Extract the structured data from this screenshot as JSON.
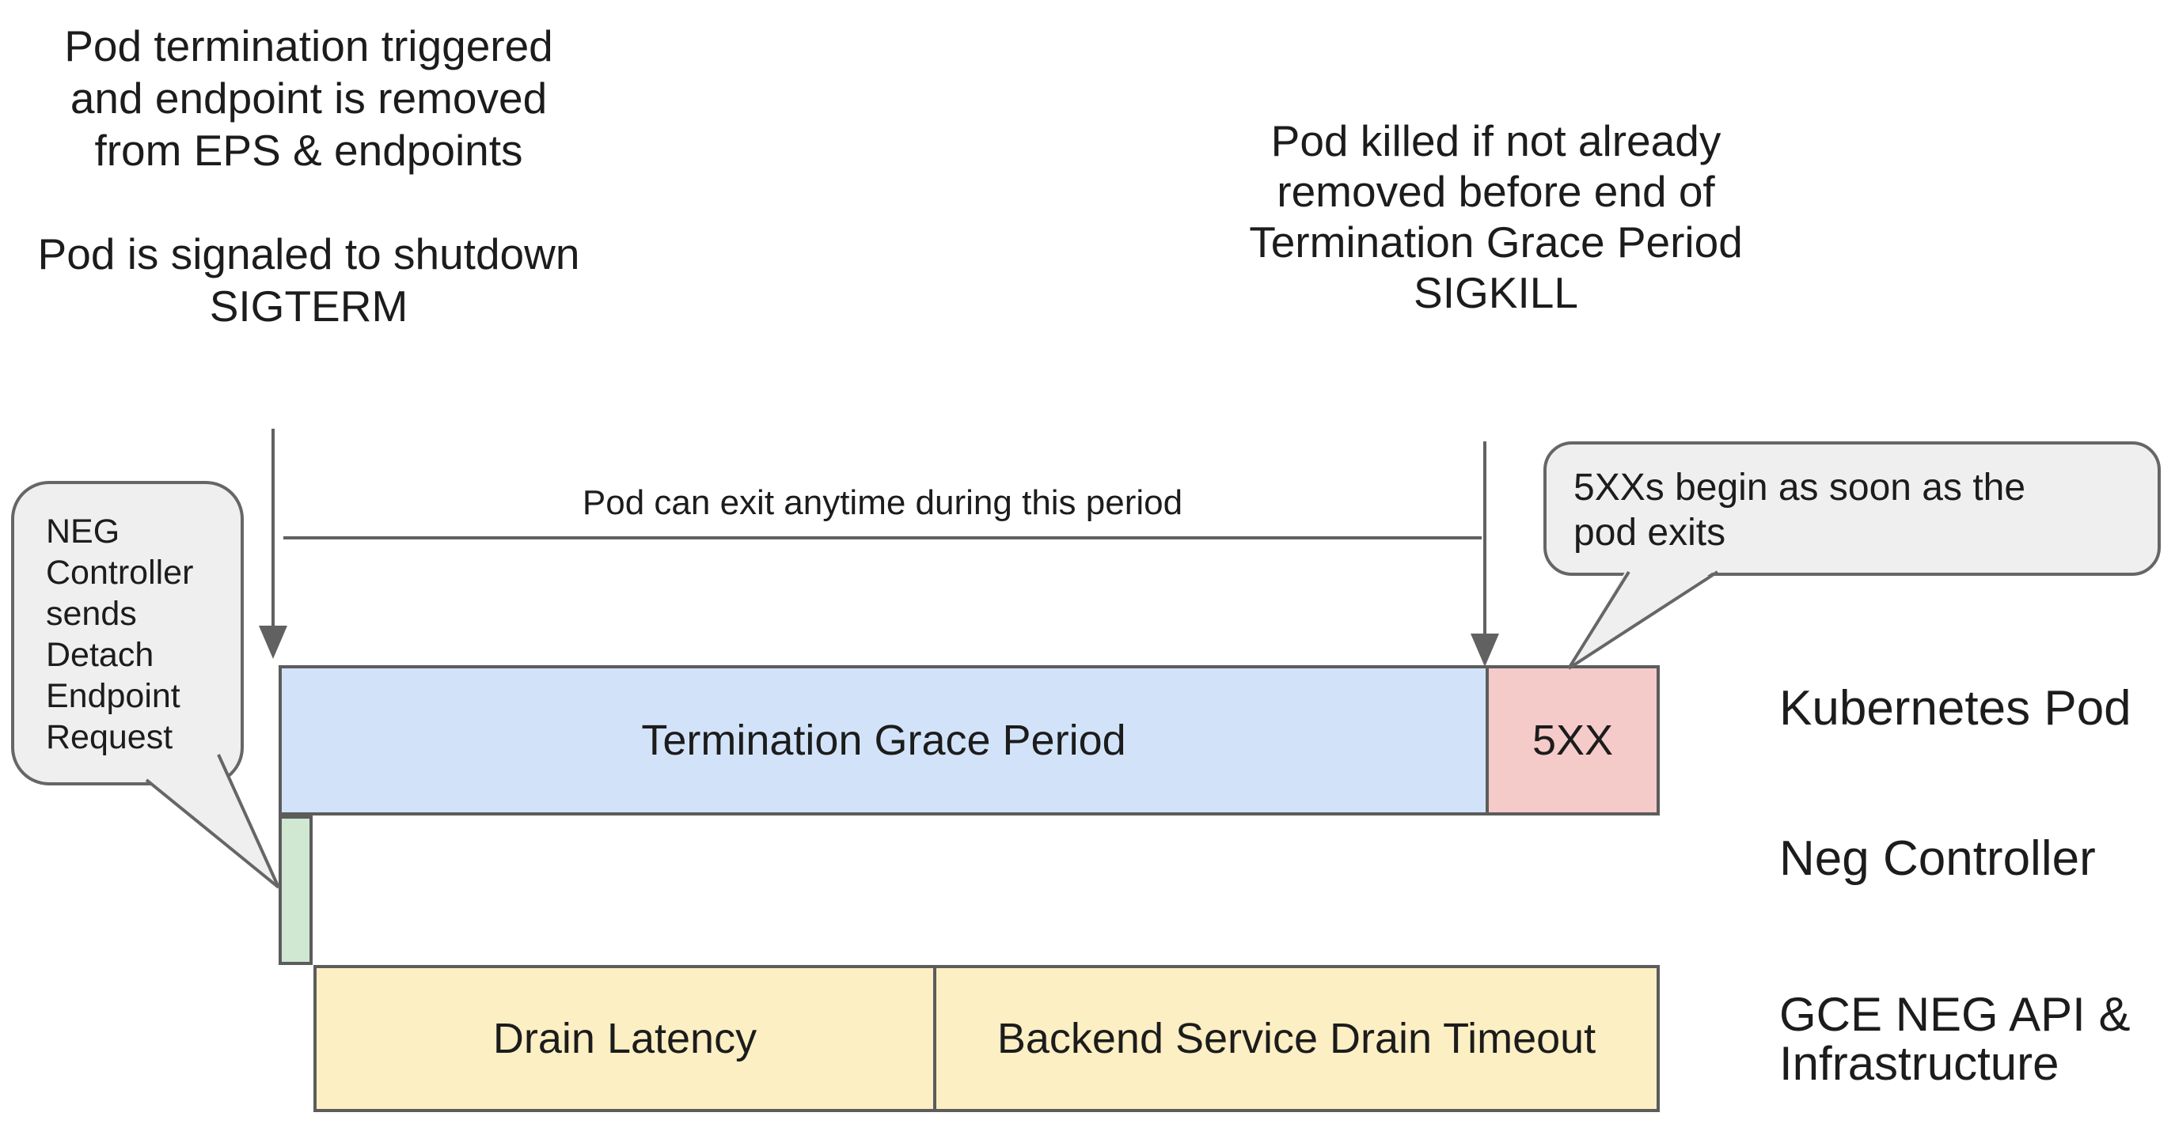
{
  "colors": {
    "background": "#ffffff",
    "text": "#1c1c1c",
    "bar_border": "#5c5c5c",
    "arrow_line": "#616161",
    "bubble_fill": "#efefef",
    "bubble_border": "#666666",
    "grace_period_fill": "#d2e3f9",
    "fivexx_fill": "#f5cbca",
    "detach_fill": "#d0e7d2",
    "drain_fill": "#fcefc3"
  },
  "annotations": {
    "pod_termination": [
      "Pod termination triggered",
      "and endpoint is removed",
      "from EPS & endpoints"
    ],
    "pod_signaled": [
      "Pod is signaled to shutdown",
      "SIGTERM"
    ],
    "pod_killed": [
      "Pod killed if not already",
      "removed before end of",
      "Termination Grace Period",
      "SIGKILL"
    ],
    "exit_note": "Pod can exit anytime during this period"
  },
  "callouts": {
    "neg_controller": {
      "lines": [
        "NEG",
        "Controller",
        "sends",
        "Detach",
        "Endpoint",
        "Request"
      ]
    },
    "fivexx": {
      "lines": [
        "5XXs begin as soon as the",
        "pod exits"
      ]
    }
  },
  "bars": {
    "grace_period": {
      "label": "Termination Grace Period"
    },
    "fivexx": {
      "label": "5XX"
    },
    "drain_latency": {
      "label": "Drain Latency"
    },
    "backend_drain": {
      "label": "Backend Service Drain Timeout"
    }
  },
  "lanes": {
    "kubernetes_pod": "Kubernetes Pod",
    "neg_controller": "Neg Controller",
    "gce": [
      "GCE NEG API &",
      "Infrastructure"
    ]
  }
}
